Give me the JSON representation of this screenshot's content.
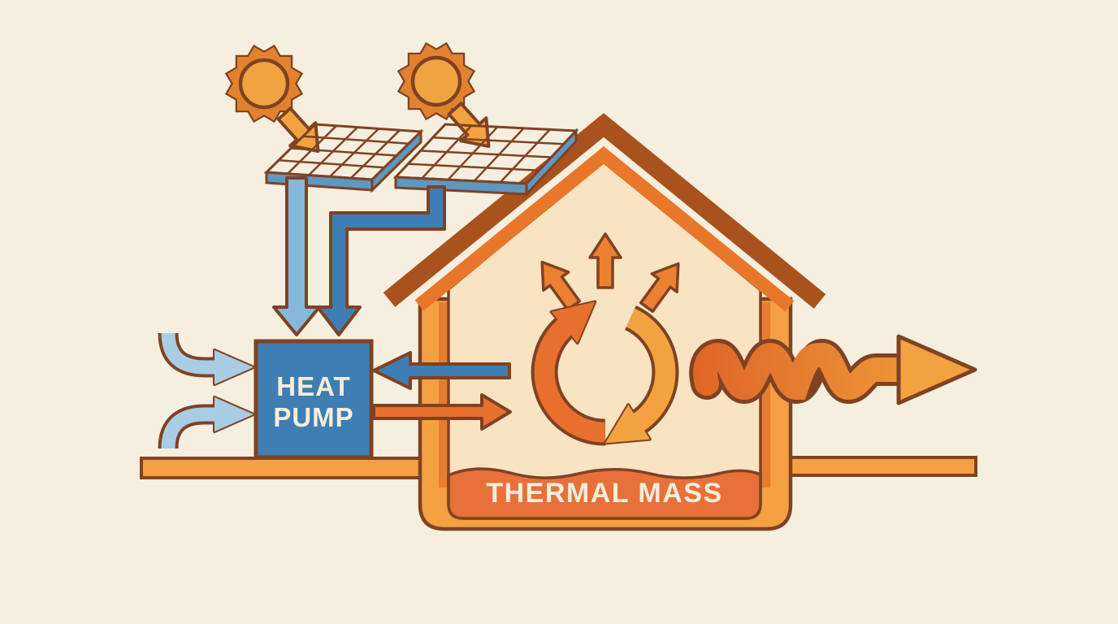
{
  "labels": {
    "heat_pump_line1": "HEAT",
    "heat_pump_line2": "PUMP",
    "thermal_mass": "THERMAL MASS"
  },
  "components": [
    {
      "name": "sun-icon-left",
      "meaning": "sun shining on first solar panel"
    },
    {
      "name": "sun-icon-right",
      "meaning": "sun shining on second solar panel"
    },
    {
      "name": "sunlight-arrow-left",
      "meaning": "sunlight hitting left panel"
    },
    {
      "name": "sunlight-arrow-right",
      "meaning": "sunlight hitting right panel"
    },
    {
      "name": "solar-panel-left",
      "meaning": "solar collector panel"
    },
    {
      "name": "solar-panel-right",
      "meaning": "solar collector panel"
    },
    {
      "name": "panel-feed-arrow-straight",
      "meaning": "energy from left panel into heat pump"
    },
    {
      "name": "panel-feed-arrow-elbow",
      "meaning": "energy from right panel into heat pump"
    },
    {
      "name": "ambient-air-arrow-upper",
      "meaning": "outside air drawn into heat pump"
    },
    {
      "name": "ambient-air-arrow-lower",
      "meaning": "outside air drawn into heat pump"
    },
    {
      "name": "heat-pump-box",
      "label": "HEAT PUMP"
    },
    {
      "name": "return-arrow-blue",
      "meaning": "cool return flow from house to heat pump"
    },
    {
      "name": "supply-arrow-orange",
      "meaning": "warm supply flow from heat pump to house"
    },
    {
      "name": "house-icon",
      "meaning": "insulated house with roof"
    },
    {
      "name": "circulation-arc-left",
      "meaning": "warm air circulation loop inside house"
    },
    {
      "name": "circulation-arc-right",
      "meaning": "warm air circulation loop inside house"
    },
    {
      "name": "rising-heat-arrow-left",
      "meaning": "heat rising inside house"
    },
    {
      "name": "rising-heat-arrow-center",
      "meaning": "heat rising inside house"
    },
    {
      "name": "rising-heat-arrow-right",
      "meaning": "heat rising inside house"
    },
    {
      "name": "thermal-mass-band",
      "label": "THERMAL MASS"
    },
    {
      "name": "heat-loss-wavy-arrow",
      "meaning": "heat escaping through the wall"
    },
    {
      "name": "ground-line",
      "meaning": "ground level"
    }
  ],
  "palette": {
    "bg": "#f6efdf",
    "outline": "#7f4223",
    "sunBody": "#e2822f",
    "sunCore": "#f0a341",
    "gold": "#f2a340",
    "panelCell": "#a6cde5",
    "panelEdge": "#5e97c0",
    "blue": "#3e7eb3",
    "lightBlue": "#85b8da",
    "paleBlue": "#a9cde4",
    "orange": "#e8702e",
    "arrowOrange": "#ec8132",
    "houseWall": "#f4a043",
    "wallInner": "#e87c2e",
    "peach": "#f8e3c2",
    "thermal": "#e8713a",
    "roofDark": "#a9521d",
    "roofOrange": "#e8772a",
    "ground": "#f4a043",
    "waveA": "#de6727",
    "waveB": "#f2a43e",
    "text": "#f7edd8"
  }
}
